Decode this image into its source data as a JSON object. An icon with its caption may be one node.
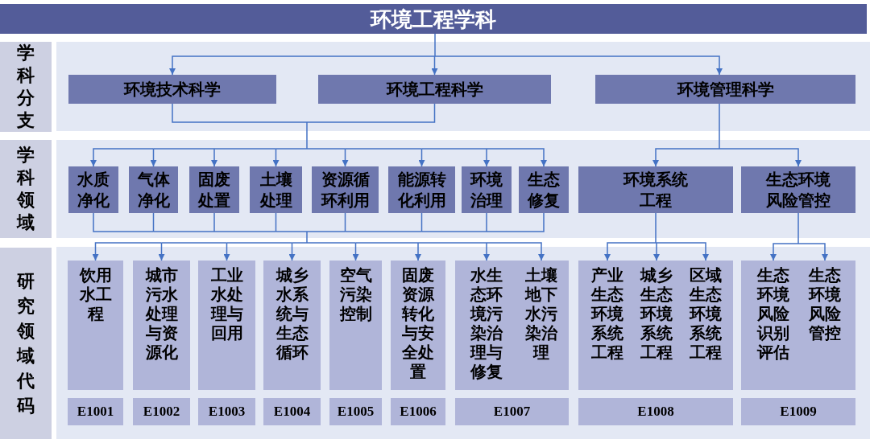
{
  "diagram": {
    "nodes": [
      {
        "text": [
          "环境工程学科"
        ]
      },
      {
        "text": [
          "学科分支"
        ]
      },
      {
        "text": [
          "环境技术科学"
        ]
      },
      {
        "text": [
          "环境工程科学"
        ]
      },
      {
        "text": [
          "环境管理科学"
        ]
      },
      {
        "text": [
          "学科领域"
        ]
      },
      {
        "text": [
          "水质净化"
        ]
      },
      {
        "text": [
          "气体净化"
        ]
      },
      {
        "text": [
          "固废处置"
        ]
      },
      {
        "text": [
          "土壤处理"
        ]
      },
      {
        "text": [
          "资源循环利用"
        ]
      },
      {
        "text": [
          "能源转化利用"
        ]
      },
      {
        "text": [
          "环境治理"
        ]
      },
      {
        "text": [
          "生态修复"
        ]
      },
      {
        "text": [
          "环境系统工程"
        ]
      },
      {
        "text": [
          "生态环境风险管控"
        ]
      },
      {
        "text": [
          "研究领域代码"
        ]
      },
      {
        "text": [
          "饮用水工程"
        ]
      },
      {
        "text": [
          "城市污水处理与资源化"
        ]
      },
      {
        "text": [
          "工业水处理与回用"
        ]
      },
      {
        "text": [
          "城乡水系统与生态循环"
        ]
      },
      {
        "text": [
          "空气污染控制"
        ]
      },
      {
        "text": [
          "固废资源转化与安全处置"
        ]
      },
      {
        "text": [],
        "shape": "box"
      },
      {
        "text": [
          "水生态环境污染治理与修复"
        ],
        "in": 23
      },
      {
        "text": [
          "土壤地下水污染治理"
        ],
        "in": 23
      },
      {
        "text": [],
        "shape": "box"
      },
      {
        "text": [
          "产业生态环境系统工程"
        ],
        "in": 26
      },
      {
        "text": [
          "城乡生态环境系统工程"
        ],
        "in": 26
      },
      {
        "text": [
          "区域生态环境系统工程"
        ],
        "in": 26
      },
      {
        "text": [],
        "shape": "box"
      },
      {
        "text": [
          "生态环境风险识别评估"
        ],
        "in": 30
      },
      {
        "text": [
          "生态环境风险管控"
        ],
        "in": 30
      },
      {
        "text": [
          "E1001"
        ]
      },
      {
        "text": [
          "E1002"
        ]
      },
      {
        "text": [
          "E1003"
        ]
      },
      {
        "text": [
          "E1004"
        ]
      },
      {
        "text": [
          "E1005"
        ]
      },
      {
        "text": [
          "E1006"
        ]
      },
      {
        "text": [
          "E1007"
        ]
      },
      {
        "text": [
          "E1008"
        ]
      },
      {
        "text": [
          "E1009"
        ]
      }
    ],
    "edges": [
      {
        "from": 0,
        "to": 2,
        "arrow": "to"
      },
      {
        "from": 0,
        "to": 3,
        "arrow": "to"
      },
      {
        "from": 0,
        "to": 4,
        "arrow": "to"
      },
      {
        "from": 2,
        "to": 6,
        "arrow": "to"
      },
      {
        "from": 2,
        "to": 7,
        "arrow": "to"
      },
      {
        "from": 2,
        "to": 8,
        "arrow": "to"
      },
      {
        "from": 2,
        "to": 9,
        "arrow": "to"
      },
      {
        "from": 2,
        "to": 10,
        "arrow": "to"
      },
      {
        "from": 2,
        "to": 11,
        "arrow": "to"
      },
      {
        "from": 2,
        "to": 12,
        "arrow": "to"
      },
      {
        "from": 2,
        "to": 13,
        "arrow": "to"
      },
      {
        "from": 3,
        "to": 6,
        "arrow": "to"
      },
      {
        "from": 3,
        "to": 7,
        "arrow": "to"
      },
      {
        "from": 3,
        "to": 8,
        "arrow": "to"
      },
      {
        "from": 3,
        "to": 9,
        "arrow": "to"
      },
      {
        "from": 3,
        "to": 10,
        "arrow": "to"
      },
      {
        "from": 3,
        "to": 11,
        "arrow": "to"
      },
      {
        "from": 3,
        "to": 12,
        "arrow": "to"
      },
      {
        "from": 3,
        "to": 13,
        "arrow": "to"
      },
      {
        "from": 4,
        "to": 14,
        "arrow": "to"
      },
      {
        "from": 4,
        "to": 15,
        "arrow": "to"
      },
      {
        "from": 6,
        "to": 17,
        "arrow": "to"
      },
      {
        "from": 6,
        "to": 18,
        "arrow": "to"
      },
      {
        "from": 6,
        "to": 19,
        "arrow": "to"
      },
      {
        "from": 6,
        "to": 20,
        "arrow": "to"
      },
      {
        "from": 6,
        "to": 21,
        "arrow": "to"
      },
      {
        "from": 6,
        "to": 22,
        "arrow": "to"
      },
      {
        "from": 6,
        "to": 24,
        "arrow": "to"
      },
      {
        "from": 6,
        "to": 25,
        "arrow": "to"
      },
      {
        "from": 7,
        "to": 17,
        "arrow": "to"
      },
      {
        "from": 7,
        "to": 18,
        "arrow": "to"
      },
      {
        "from": 7,
        "to": 19,
        "arrow": "to"
      },
      {
        "from": 7,
        "to": 20,
        "arrow": "to"
      },
      {
        "from": 7,
        "to": 21,
        "arrow": "to"
      },
      {
        "from": 7,
        "to": 22,
        "arrow": "to"
      },
      {
        "from": 7,
        "to": 24,
        "arrow": "to"
      },
      {
        "from": 7,
        "to": 25,
        "arrow": "to"
      },
      {
        "from": 8,
        "to": 17,
        "arrow": "to"
      },
      {
        "from": 8,
        "to": 18,
        "arrow": "to"
      },
      {
        "from": 8,
        "to": 19,
        "arrow": "to"
      },
      {
        "from": 8,
        "to": 20,
        "arrow": "to"
      },
      {
        "from": 8,
        "to": 21,
        "arrow": "to"
      },
      {
        "from": 8,
        "to": 22,
        "arrow": "to"
      },
      {
        "from": 8,
        "to": 24,
        "arrow": "to"
      },
      {
        "from": 8,
        "to": 25,
        "arrow": "to"
      },
      {
        "from": 9,
        "to": 17,
        "arrow": "to"
      },
      {
        "from": 9,
        "to": 18,
        "arrow": "to"
      },
      {
        "from": 9,
        "to": 19,
        "arrow": "to"
      },
      {
        "from": 9,
        "to": 20,
        "arrow": "to"
      },
      {
        "from": 9,
        "to": 21,
        "arrow": "to"
      },
      {
        "from": 9,
        "to": 22,
        "arrow": "to"
      },
      {
        "from": 9,
        "to": 24,
        "arrow": "to"
      },
      {
        "from": 9,
        "to": 25,
        "arrow": "to"
      },
      {
        "from": 10,
        "to": 17,
        "arrow": "to"
      },
      {
        "from": 10,
        "to": 18,
        "arrow": "to"
      },
      {
        "from": 10,
        "to": 19,
        "arrow": "to"
      },
      {
        "from": 10,
        "to": 20,
        "arrow": "to"
      },
      {
        "from": 10,
        "to": 21,
        "arrow": "to"
      },
      {
        "from": 10,
        "to": 22,
        "arrow": "to"
      },
      {
        "from": 10,
        "to": 24,
        "arrow": "to"
      },
      {
        "from": 10,
        "to": 25,
        "arrow": "to"
      },
      {
        "from": 11,
        "to": 17,
        "arrow": "to"
      },
      {
        "from": 11,
        "to": 18,
        "arrow": "to"
      },
      {
        "from": 11,
        "to": 19,
        "arrow": "to"
      },
      {
        "from": 11,
        "to": 20,
        "arrow": "to"
      },
      {
        "from": 11,
        "to": 21,
        "arrow": "to"
      },
      {
        "from": 11,
        "to": 22,
        "arrow": "to"
      },
      {
        "from": 11,
        "to": 24,
        "arrow": "to"
      },
      {
        "from": 11,
        "to": 25,
        "arrow": "to"
      },
      {
        "from": 12,
        "to": 17,
        "arrow": "to"
      },
      {
        "from": 12,
        "to": 18,
        "arrow": "to"
      },
      {
        "from": 12,
        "to": 19,
        "arrow": "to"
      },
      {
        "from": 12,
        "to": 20,
        "arrow": "to"
      },
      {
        "from": 12,
        "to": 21,
        "arrow": "to"
      },
      {
        "from": 12,
        "to": 22,
        "arrow": "to"
      },
      {
        "from": 12,
        "to": 24,
        "arrow": "to"
      },
      {
        "from": 12,
        "to": 25,
        "arrow": "to"
      },
      {
        "from": 13,
        "to": 17,
        "arrow": "to"
      },
      {
        "from": 13,
        "to": 18,
        "arrow": "to"
      },
      {
        "from": 13,
        "to": 19,
        "arrow": "to"
      },
      {
        "from": 13,
        "to": 20,
        "arrow": "to"
      },
      {
        "from": 13,
        "to": 21,
        "arrow": "to"
      },
      {
        "from": 13,
        "to": 22,
        "arrow": "to"
      },
      {
        "from": 13,
        "to": 24,
        "arrow": "to"
      },
      {
        "from": 13,
        "to": 25,
        "arrow": "to"
      },
      {
        "from": 14,
        "to": 27,
        "arrow": "to"
      },
      {
        "from": 14,
        "to": 28,
        "arrow": "to"
      },
      {
        "from": 14,
        "to": 29,
        "arrow": "to"
      },
      {
        "from": 15,
        "to": 31,
        "arrow": "to"
      },
      {
        "from": 15,
        "to": 32,
        "arrow": "to"
      }
    ]
  }
}
